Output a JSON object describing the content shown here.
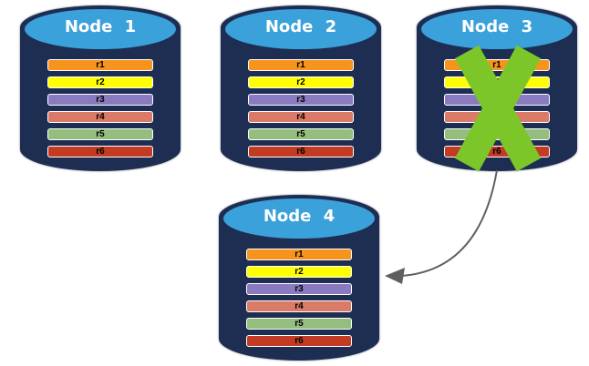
{
  "colors": {
    "background": "#ffffff",
    "cylinder_body": "#1d2e52",
    "cylinder_top_face": "#3ba1da",
    "row_border": "#ffffff",
    "row_text": "#000000",
    "title_text": "#ffffff",
    "failure_x": "#7cc62a",
    "arrow": "#5f5f5f"
  },
  "nodes": [
    {
      "title": "Node 1",
      "failed": false,
      "rows": [
        {
          "label": "r1",
          "color": "#f7941d"
        },
        {
          "label": "r2",
          "color": "#ffff00"
        },
        {
          "label": "r3",
          "color": "#8a7ac0"
        },
        {
          "label": "r4",
          "color": "#db7a66"
        },
        {
          "label": "r5",
          "color": "#93be7d"
        },
        {
          "label": "r6",
          "color": "#c23b22"
        }
      ]
    },
    {
      "title": "Node 2",
      "failed": false,
      "rows": [
        {
          "label": "r1",
          "color": "#f7941d"
        },
        {
          "label": "r2",
          "color": "#ffff00"
        },
        {
          "label": "r3",
          "color": "#8a7ac0"
        },
        {
          "label": "r4",
          "color": "#db7a66"
        },
        {
          "label": "r5",
          "color": "#93be7d"
        },
        {
          "label": "r6",
          "color": "#c23b22"
        }
      ]
    },
    {
      "title": "Node 3",
      "failed": true,
      "rows": [
        {
          "label": "r1",
          "color": "#f7941d"
        },
        {
          "label": "r2",
          "color": "#ffff00"
        },
        {
          "label": "r3",
          "color": "#8a7ac0"
        },
        {
          "label": "r4",
          "color": "#db7a66"
        },
        {
          "label": "r5",
          "color": "#93be7d"
        },
        {
          "label": "r6",
          "color": "#c23b22"
        }
      ]
    },
    {
      "title": "Node 4",
      "failed": false,
      "rows": [
        {
          "label": "r1",
          "color": "#f7941d"
        },
        {
          "label": "r2",
          "color": "#ffff00"
        },
        {
          "label": "r3",
          "color": "#8a7ac0"
        },
        {
          "label": "r4",
          "color": "#db7a66"
        },
        {
          "label": "r5",
          "color": "#93be7d"
        },
        {
          "label": "r6",
          "color": "#c23b22"
        }
      ]
    }
  ],
  "arrow": {
    "from": "Node 3",
    "to": "Node 4"
  }
}
